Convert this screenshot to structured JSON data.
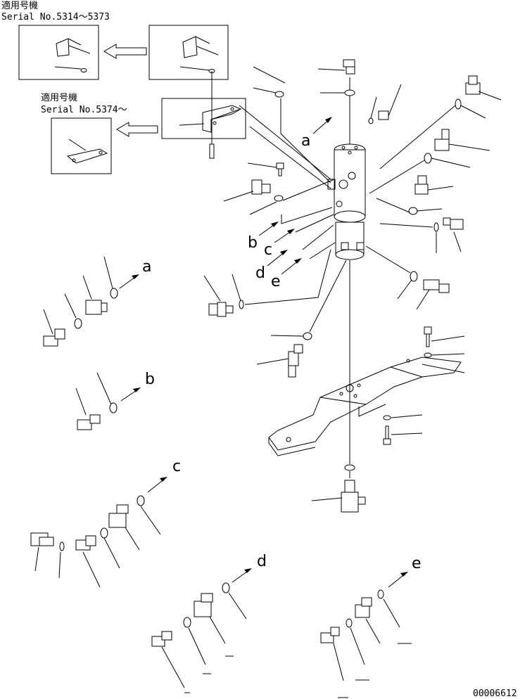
{
  "header_top": {
    "applicable": "適用号機",
    "serial": "Serial No.5314～5373"
  },
  "header_mid": {
    "applicable": "適用号機",
    "serial": "Serial No.5374～"
  },
  "callouts": [
    "a",
    "b",
    "c",
    "d",
    "e"
  ],
  "groups": {
    "a": "a",
    "b": "b",
    "c": "c",
    "d": "d",
    "e": "e"
  },
  "footer": {
    "drawing_no": "00006612"
  }
}
